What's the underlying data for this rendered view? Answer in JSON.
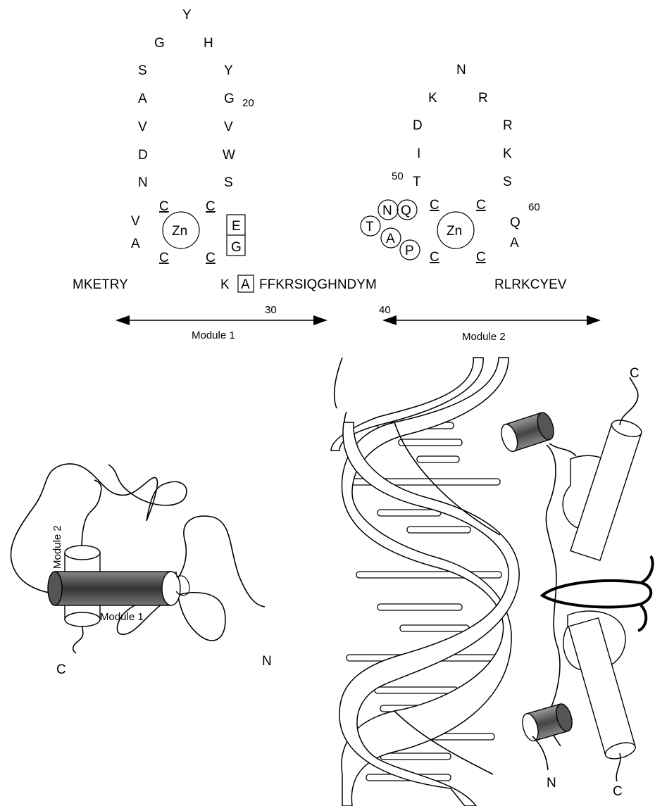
{
  "diagram": {
    "module1": {
      "loop_left": [
        "S",
        "A",
        "V",
        "D",
        "N"
      ],
      "loop_top": [
        "G",
        "Y",
        "H"
      ],
      "loop_right": [
        "Y",
        "G",
        "V",
        "W",
        "S"
      ],
      "num_20": "20",
      "left_residues": [
        "V",
        "A"
      ],
      "cys": [
        "C",
        "C",
        "C",
        "C"
      ],
      "zn": "Zn",
      "boxed": [
        "E",
        "G"
      ]
    },
    "module2": {
      "loop_top": [
        "K",
        "N",
        "R"
      ],
      "loop_left": [
        "D",
        "I",
        "T"
      ],
      "loop_right": [
        "R",
        "K",
        "S"
      ],
      "num_50": "50",
      "num_60": "60",
      "circled": [
        "N",
        "Q",
        "T",
        "A",
        "P"
      ],
      "cys": [
        "C",
        "C",
        "C",
        "C"
      ],
      "zn": "Zn",
      "right_residues": [
        "Q",
        "A"
      ]
    },
    "sequence": {
      "start": "MKETRY",
      "k": "K",
      "boxed_a": "A",
      "middle": "FFKRSIQGHNDYM",
      "end": "RLRKCYEV",
      "num_30": "30",
      "num_40": "40"
    },
    "arrows": {
      "module1_label": "Module 1",
      "module2_label": "Module 2"
    },
    "lower_left": {
      "module2_label": "Module 2",
      "module1_label": "Module 1",
      "c_terminus": "C",
      "n_terminus": "N"
    },
    "lower_right": {
      "c_top": "C",
      "n_bottom": "N",
      "c_bottom": "C"
    }
  }
}
